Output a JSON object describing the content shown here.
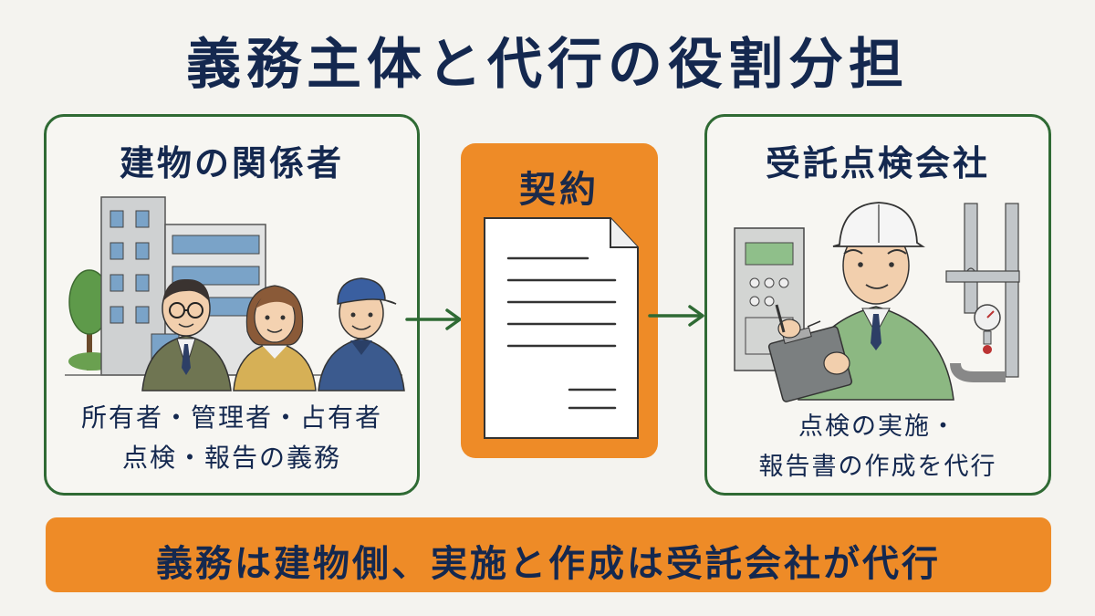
{
  "title": "義務主体と代行の役割分担",
  "left_panel": {
    "title": "建物の関係者",
    "line1": "所有者・管理者・占有者",
    "line2": "点検・報告の義務"
  },
  "contract": {
    "label": "契約"
  },
  "right_panel": {
    "title": "受託点検会社",
    "line1": "点検の実施・",
    "line2": "報告書の作成を代行"
  },
  "banner": {
    "text": "義務は建物側、実施と作成は受託会社が代行"
  },
  "colors": {
    "accent_orange": "#ee8b27",
    "panel_border_green": "#2f6a34",
    "text_navy": "#14284f",
    "background": "#f4f3ef"
  },
  "icons": [
    "office-building-icon",
    "people-group-icon",
    "document-icon",
    "inspector-worker-icon",
    "control-panel-icon",
    "pipe-gauge-icon",
    "arrow-right-icon"
  ]
}
